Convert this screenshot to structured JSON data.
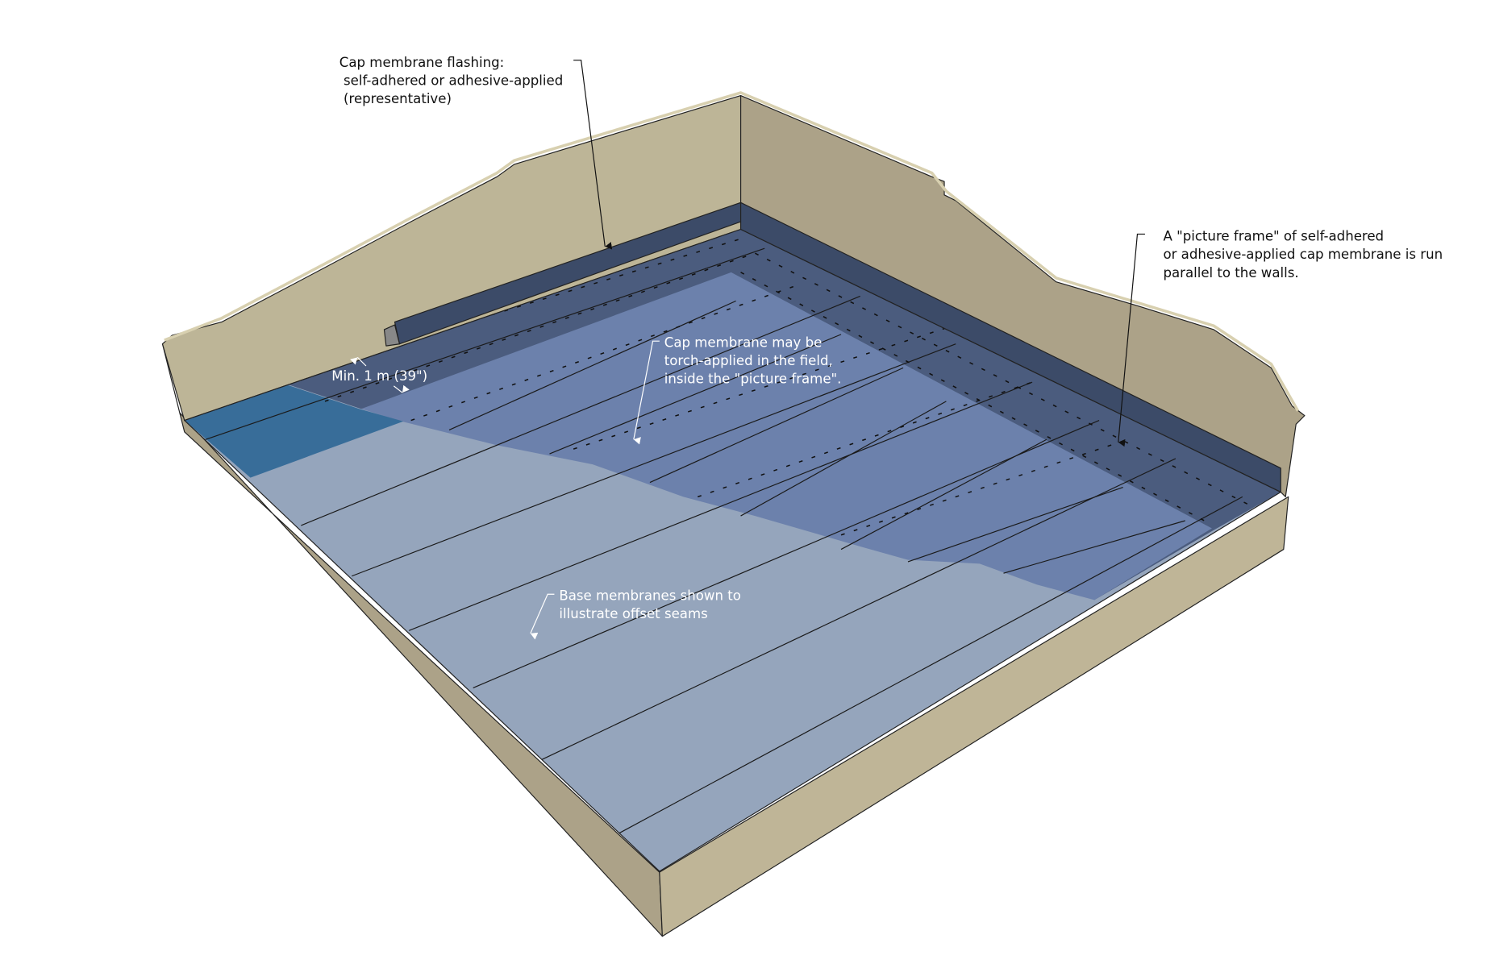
{
  "colors": {
    "wall_back": "#bdb597",
    "wall_right": "#aca288",
    "outer_left": "#aca288",
    "outer_right": "#bfb597",
    "base_membrane": "#95a5bc",
    "cap_field": "#6c81ac",
    "picture_frame": "#4b5c7e",
    "flashing": "#3c4b68",
    "teal_patch": "#386d99"
  },
  "annotations": {
    "flashing": [
      "Cap membrane flashing:",
      " self-adhered or adhesive-applied",
      " (representative)"
    ],
    "picture_frame": [
      "A \"picture frame\" of self-adhered",
      "or adhesive-applied cap membrane is run",
      "parallel to the walls."
    ],
    "field": [
      "Cap membrane may be",
      "torch-applied in the field,",
      "inside the \"picture frame\"."
    ],
    "min_width": "Min. 1 m (39\")",
    "base": [
      "Base membranes shown to",
      "illustrate offset seams"
    ]
  }
}
